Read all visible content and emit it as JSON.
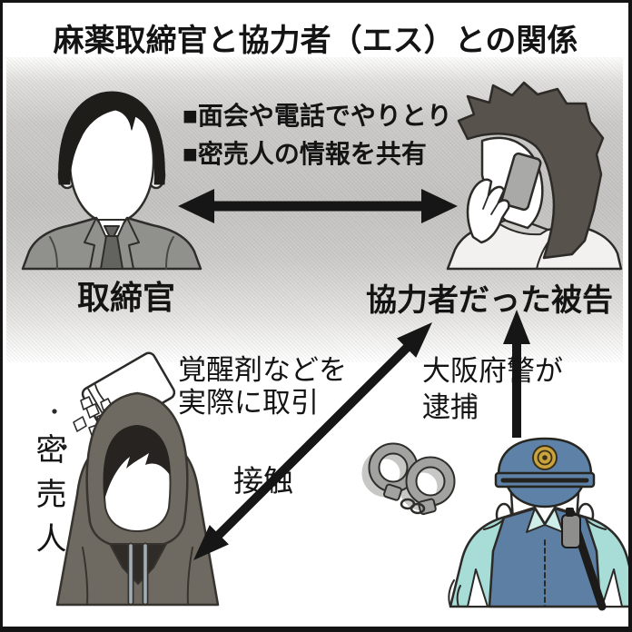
{
  "title": "麻薬取締官と協力者（エス）との関係",
  "top_section": {
    "bullet1": "■面会や電話でやりとり",
    "bullet2": "■密売人の情報を共有",
    "officer_label": "取締官",
    "collaborator_label": "協力者だった被告"
  },
  "bottom_section": {
    "deal_line1": "覚醒剤などを",
    "deal_line2": "実際に取引",
    "dealer_label": "密売人",
    "contact_label": "接触",
    "arrest_line1": "大阪府警が",
    "arrest_line2": "逮捕"
  },
  "icons": {
    "officer_figure": "man-in-suit-bust",
    "collaborator_figure": "man-talking-on-phone-bust",
    "dealer_figure": "hooded-dealer-bust",
    "police_figure": "police-officer-bust",
    "handcuffs": "handcuffs-icon",
    "drug_bag": "drug-bag-spilling-crystals-icon",
    "exchange_arrow": "horizontal-double-headed-arrow",
    "contact_arrow": "diagonal-double-headed-arrow",
    "arrest_arrow": "vertical-up-arrow"
  },
  "colors": {
    "ink": "#141414",
    "band_gray": "#c4c3c1",
    "suit_gray": "#90908d",
    "tie_gray": "#63635f",
    "hair_black": "#1f1d1a",
    "collab_hair_gray": "#57524b",
    "hoodie_gray": "#6e6a61",
    "police_blue": "#5d81a7",
    "vest_blue": "#5d7fa3",
    "shirt_cyan": "#a7dcd7",
    "badge_gold": "#caa33c",
    "metal_gray": "#a2a2a0"
  }
}
